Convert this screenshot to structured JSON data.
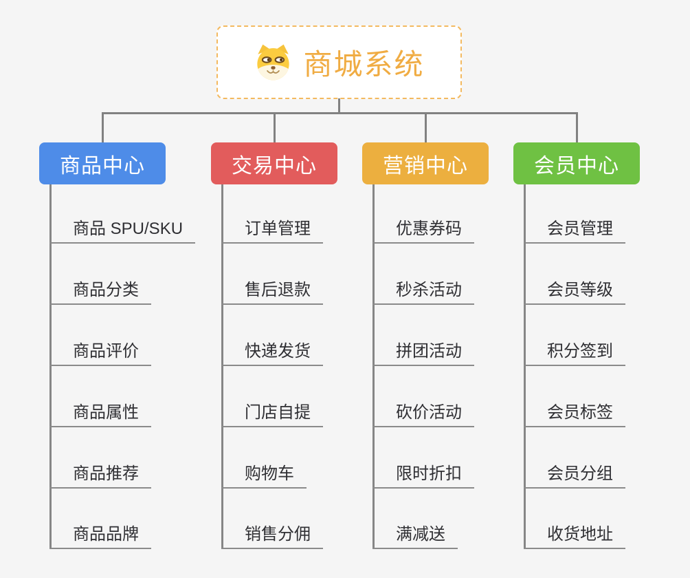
{
  "root": {
    "title": "商城系统",
    "icon": "doge-face"
  },
  "branches": [
    {
      "label": "商品中心",
      "color": "#4e8ce8",
      "children": [
        "商品 SPU/SKU",
        "商品分类",
        "商品评价",
        "商品属性",
        "商品推荐",
        "商品品牌"
      ]
    },
    {
      "label": "交易中心",
      "color": "#e25c5c",
      "children": [
        "订单管理",
        "售后退款",
        "快递发货",
        "门店自提",
        "购物车",
        "销售分佣"
      ]
    },
    {
      "label": "营销中心",
      "color": "#ecaf3f",
      "children": [
        "优惠券码",
        "秒杀活动",
        "拼团活动",
        "砍价活动",
        "限时折扣",
        "满减送"
      ]
    },
    {
      "label": "会员中心",
      "color": "#6fc143",
      "children": [
        "会员管理",
        "会员等级",
        "积分签到",
        "会员标签",
        "会员分组",
        "收货地址"
      ]
    }
  ],
  "colors": {
    "background": "#f5f5f5",
    "root_text": "#f0ac43",
    "root_border": "#f3b95f",
    "connector": "#818181",
    "underline": "#8a8a8a",
    "item_text": "#2f2f33"
  }
}
